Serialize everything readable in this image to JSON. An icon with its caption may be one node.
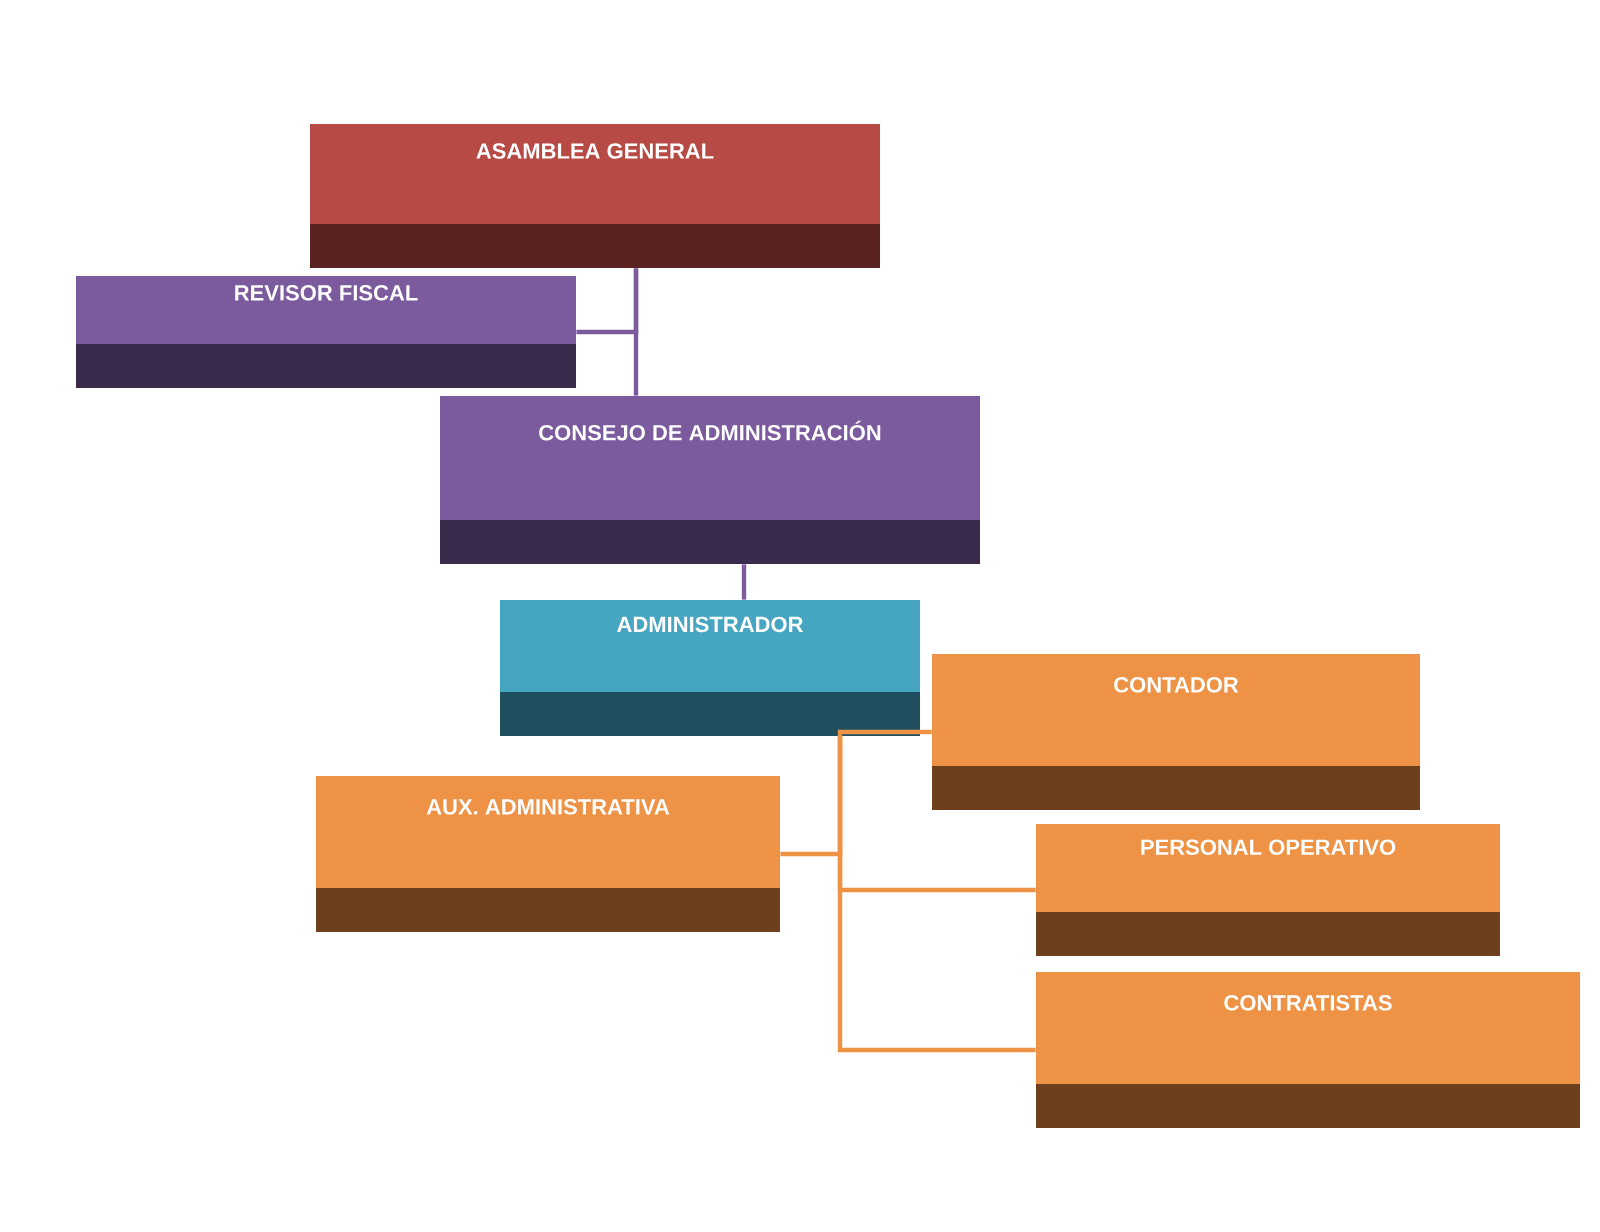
{
  "diagram": {
    "nodes": [
      {
        "text": [
          "ASAMBLEA GENERAL"
        ]
      },
      {
        "text": [
          "REVISOR FISCAL"
        ]
      },
      {
        "text": [
          "CONSEJO DE ADMINISTRACIÓN"
        ]
      },
      {
        "text": [
          "ADMINISTRADOR"
        ]
      },
      {
        "text": [
          "CONTADOR"
        ]
      },
      {
        "text": [
          "AUX. ADMINISTRATIVA"
        ]
      },
      {
        "text": [
          "PERSONAL OPERATIVO"
        ]
      },
      {
        "text": [
          "CONTRATISTAS"
        ]
      }
    ],
    "edges": [
      {
        "from": 0,
        "to": 1,
        "arrow": "none",
        "color": "#7b5a9e"
      },
      {
        "from": 0,
        "to": 2,
        "arrow": "none",
        "color": "#7b5a9e"
      },
      {
        "from": 2,
        "to": 3,
        "arrow": "none",
        "color": "#7b5a9e"
      },
      {
        "from": 3,
        "to": 5,
        "arrow": "none"
      },
      {
        "from": 3,
        "to": 4,
        "arrow": "none"
      },
      {
        "from": 3,
        "to": 6,
        "arrow": "none"
      },
      {
        "from": 3,
        "to": 7,
        "arrow": "none"
      }
    ]
  }
}
